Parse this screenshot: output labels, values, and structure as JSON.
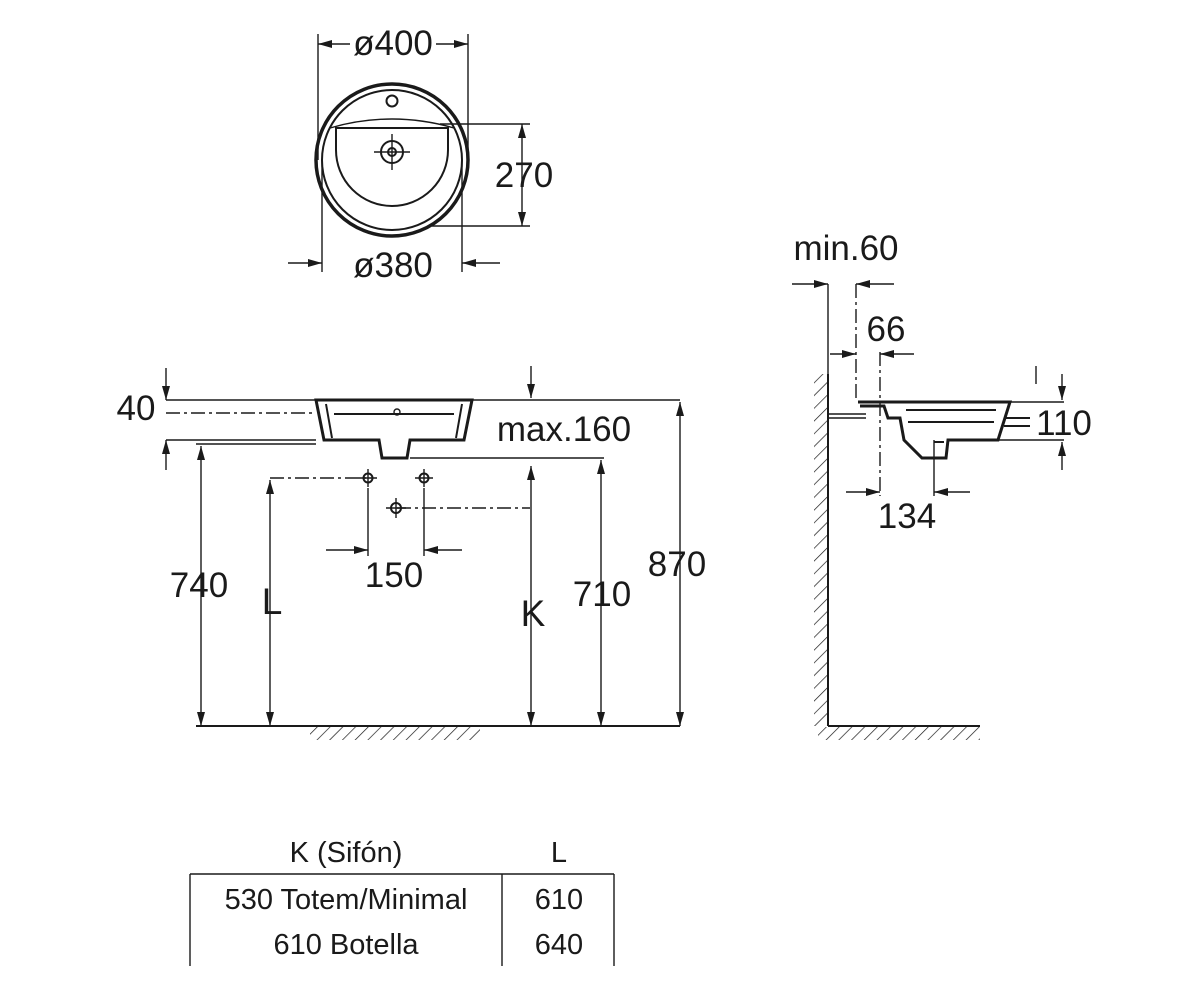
{
  "top_view": {
    "outer_diameter": "ø400",
    "inner_diameter": "ø380",
    "depth_270": "270"
  },
  "front_view": {
    "rim_40": "40",
    "max_160": "max.160",
    "height_740": "740",
    "label_L": "L",
    "taps_150": "150",
    "label_K": "K",
    "height_710": "710",
    "height_870": "870"
  },
  "side_view": {
    "min_60": "min.60",
    "dim_66": "66",
    "dim_110": "110",
    "dim_134": "134"
  },
  "table": {
    "headers": [
      "K (Sifón)",
      "L"
    ],
    "rows": [
      [
        "530 Totem/Minimal",
        "610"
      ],
      [
        "610 Botella",
        "640"
      ]
    ]
  }
}
